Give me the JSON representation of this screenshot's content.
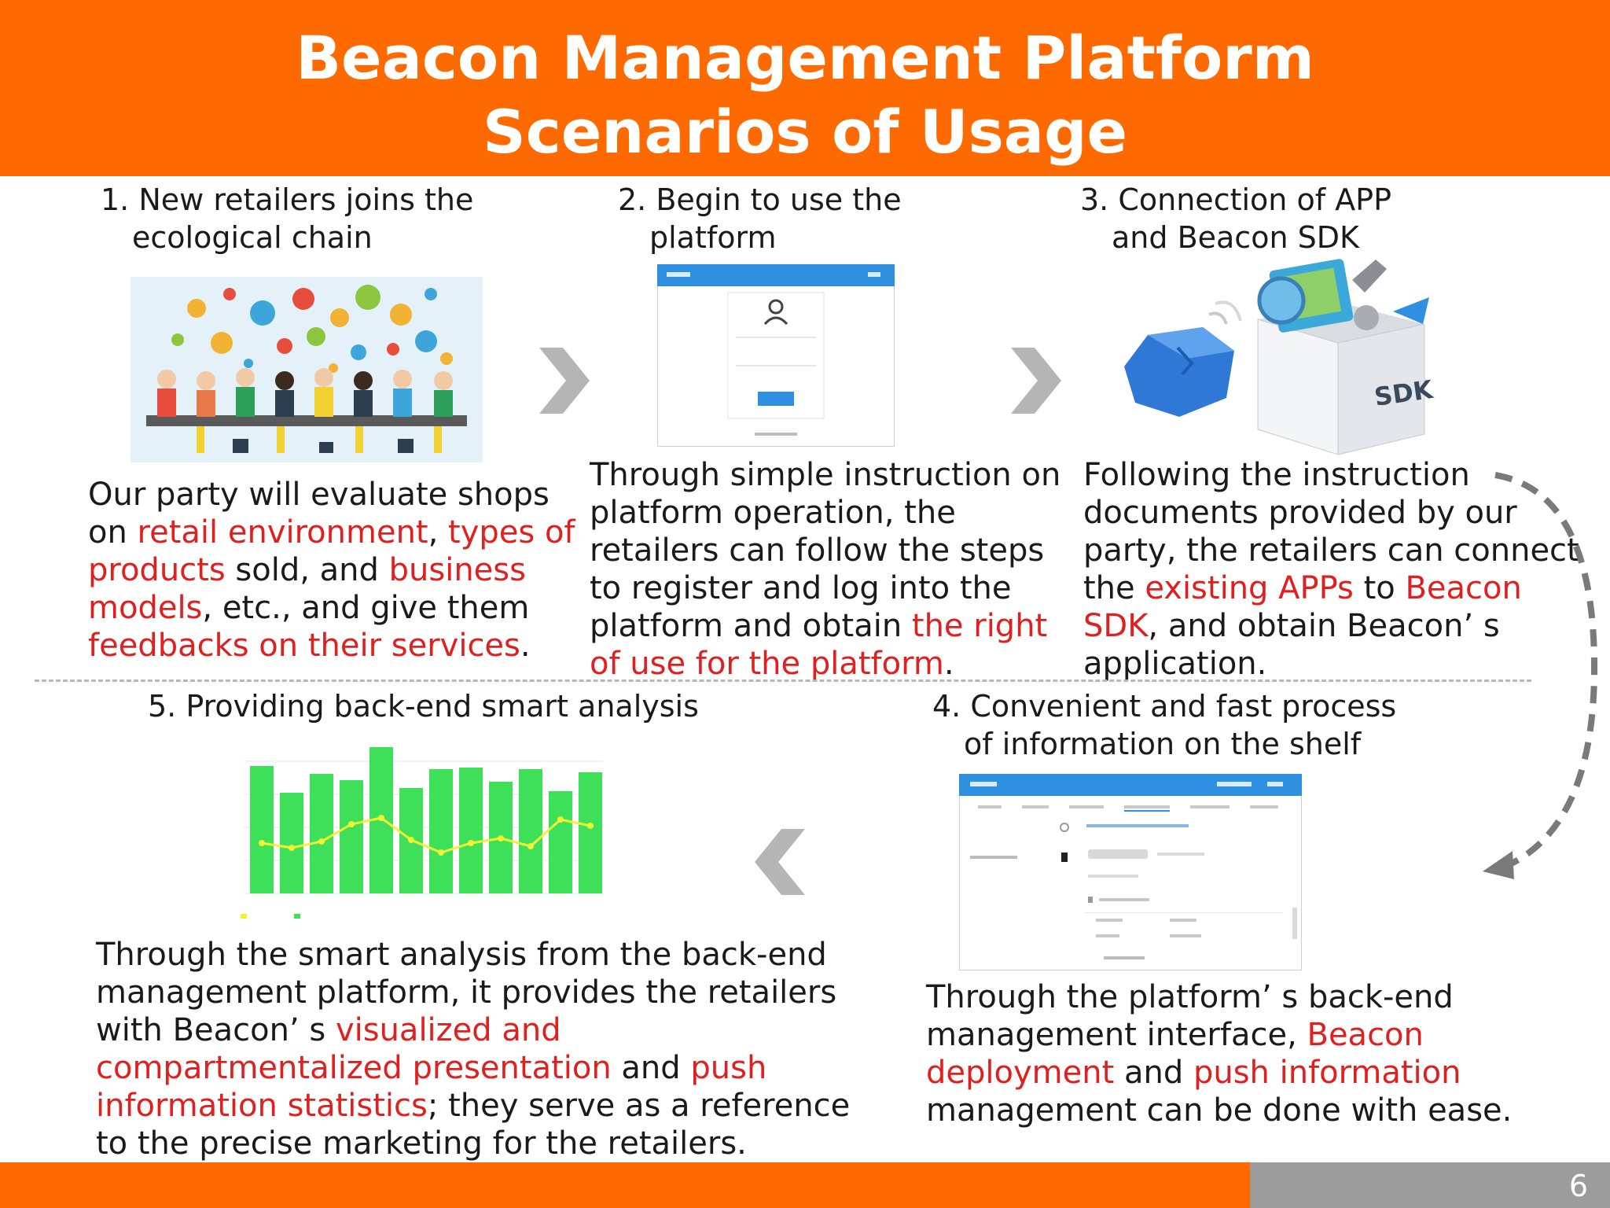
{
  "header": {
    "title_line1": "Beacon Management Platform",
    "title_line2": "Scenarios of Usage",
    "bg_color": "#ff6a00"
  },
  "steps": [
    {
      "num": "1.",
      "heading_line1": "New retailers joins the",
      "heading_line2": "ecological chain",
      "description": {
        "l1": "Our party will evaluate shops",
        "l2a": "on ",
        "l2b": "retail environment",
        "l2c": ", ",
        "l2d": "types of",
        "l3a": "products",
        "l3b": " sold, and ",
        "l3c": "business",
        "l4a": "models",
        "l4b": ", etc., and give them",
        "l5a": "feedbacks on their services",
        "l5b": "."
      }
    },
    {
      "num": "2.",
      "heading_line1": "Begin to use the",
      "heading_line2": "platform",
      "description": {
        "l1": "Through simple instruction on",
        "l2": "platform operation, the",
        "l3": "retailers can follow the steps",
        "l4": "to register and log into the",
        "l5a": "platform and obtain ",
        "l5b": "the right",
        "l6a": "of use for the platform",
        "l6b": "."
      }
    },
    {
      "num": "3.",
      "heading_line1": "Connection of APP",
      "heading_line2": "and Beacon SDK",
      "sdk_label": "SDK",
      "description": {
        "l1": "Following the instruction",
        "l2": "documents provided by our",
        "l3": "party, the retailers can connect",
        "l4a": "the ",
        "l4b": "existing APPs",
        "l4c": " to ",
        "l4d": "Beacon",
        "l5a": "SDK",
        "l5b": ", and obtain Beacon’ s",
        "l6": "application."
      }
    },
    {
      "num": "4.",
      "heading_line1": "Convenient and fast process",
      "heading_line2": "of information on the shelf",
      "description": {
        "l1": "Through the platform’ s back-end",
        "l2a": "management interface, ",
        "l2b": "Beacon",
        "l3a": "deployment",
        "l3b": " and ",
        "l3c": "push information",
        "l4": "management can be done with ease."
      }
    },
    {
      "num": "5.",
      "heading_line1": "Providing back-end smart analysis",
      "description": {
        "l1": "Through the smart analysis from the back-end",
        "l2": "management platform, it provides the retailers",
        "l3a": "with Beacon’ s ",
        "l3b": "visualized and",
        "l4a": "compartmentalized presentation",
        "l4b": " and ",
        "l4c": "push",
        "l5a": "information statistics",
        "l5b": "; they serve as a reference",
        "l6": "to the precise marketing for the retailers."
      }
    }
  ],
  "footer": {
    "page_number": "6",
    "bar_color": "#ff6a00",
    "page_box_color": "#9c9c9c"
  }
}
